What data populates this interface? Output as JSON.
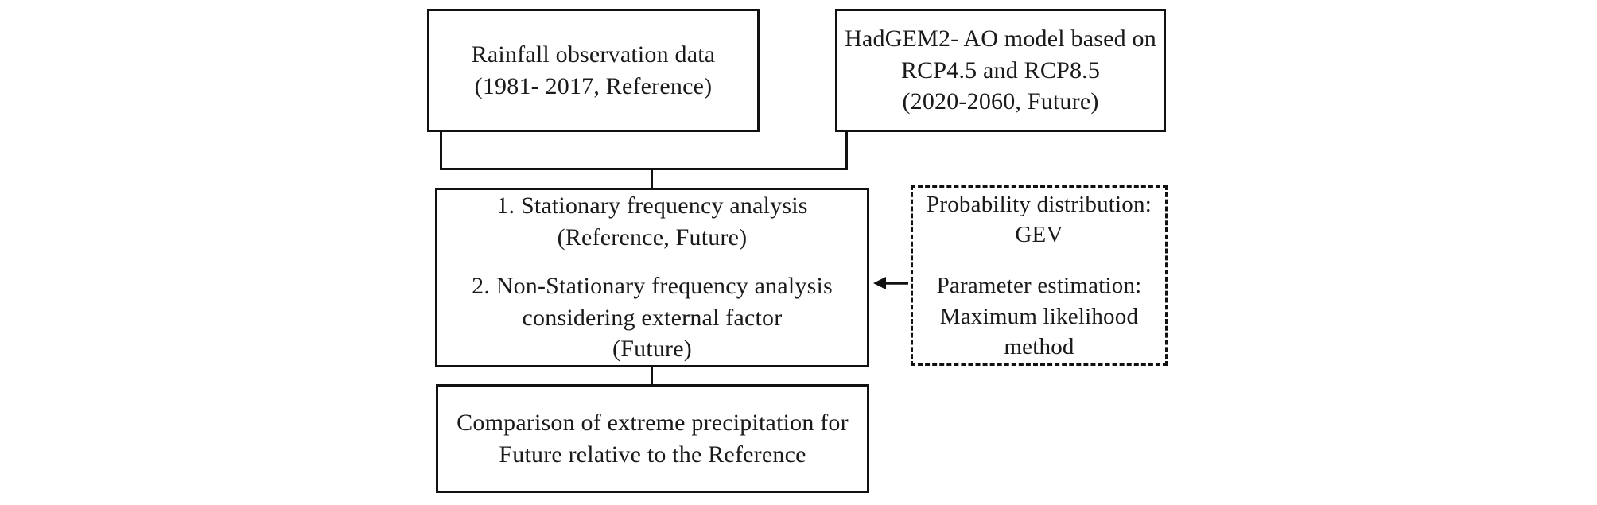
{
  "diagram": {
    "type": "flowchart",
    "title": "Research methodology flowchart",
    "background_color": "#ffffff",
    "line_color": "#111111",
    "text_color": "#1a1a1a"
  },
  "nodes": {
    "rainfall": {
      "id": "rainfall-observation-data",
      "shape": "rectangle",
      "border": "solid",
      "lines": [
        "Rainfall observation data",
        "(1981- 2017, Reference)"
      ]
    },
    "hadgem": {
      "id": "hadgem2-ao-model",
      "shape": "rectangle",
      "border": "solid",
      "lines": [
        "HadGEM2- AO model based on",
        "RCP4.5 and RCP8.5",
        "(2020-2060, Future)"
      ]
    },
    "analysis": {
      "id": "frequency-analysis",
      "shape": "rectangle",
      "border": "solid",
      "group_one": [
        "1. Stationary frequency analysis",
        "(Reference, Future)"
      ],
      "group_two": [
        "2. Non-Stationary frequency analysis",
        "considering external factor",
        "(Future)"
      ]
    },
    "method": {
      "id": "probability-distribution-method",
      "shape": "rectangle",
      "border": "dashed",
      "group_one": [
        "Probability distribution:",
        "GEV"
      ],
      "group_two": [
        "Parameter estimation:",
        "Maximum likelihood",
        "method"
      ]
    },
    "comparison": {
      "id": "comparison-extreme-precipitation",
      "shape": "rectangle",
      "border": "solid",
      "lines": [
        "Comparison of extreme precipitation for",
        "Future relative to the Reference"
      ]
    }
  },
  "connectors": [
    {
      "id": "rainfall-to-analysis",
      "from": "rainfall",
      "to": "analysis",
      "style": "solid",
      "arrowhead": "none"
    },
    {
      "id": "hadgem-to-analysis",
      "from": "hadgem",
      "to": "analysis",
      "style": "solid",
      "arrowhead": "none"
    },
    {
      "id": "analysis-to-comparison",
      "from": "analysis",
      "to": "comparison",
      "style": "solid",
      "arrowhead": "none"
    },
    {
      "id": "method-to-analysis",
      "from": "method",
      "to": "analysis",
      "style": "solid",
      "arrowhead": "left"
    }
  ]
}
